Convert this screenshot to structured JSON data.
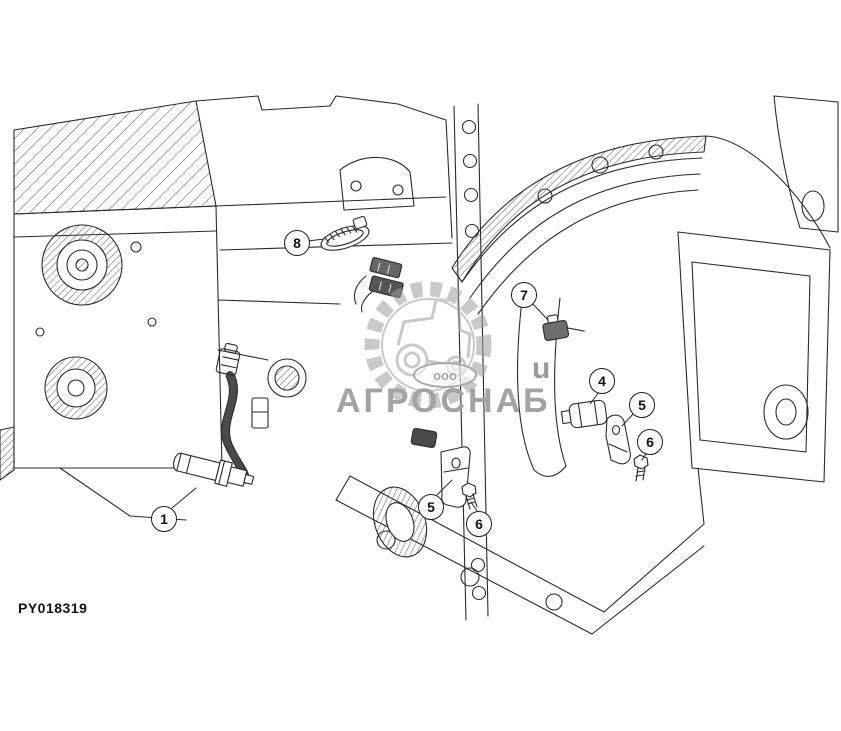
{
  "diagram": {
    "part_code": "PY018319",
    "callouts": [
      {
        "label": "1"
      },
      {
        "label": "4"
      },
      {
        "label": "5"
      },
      {
        "label": "5"
      },
      {
        "label": "6"
      },
      {
        "label": "6"
      },
      {
        "label": "7"
      },
      {
        "label": "8"
      }
    ]
  },
  "watermark": {
    "org_prefix": "ооо",
    "org_name": "АГРОСНАБ",
    "partial_letter": "u",
    "text_color": "#a3a3a3"
  },
  "colors": {
    "line": "#2b2b2b",
    "background": "#ffffff",
    "connector_fill": "#5a5a5a"
  }
}
